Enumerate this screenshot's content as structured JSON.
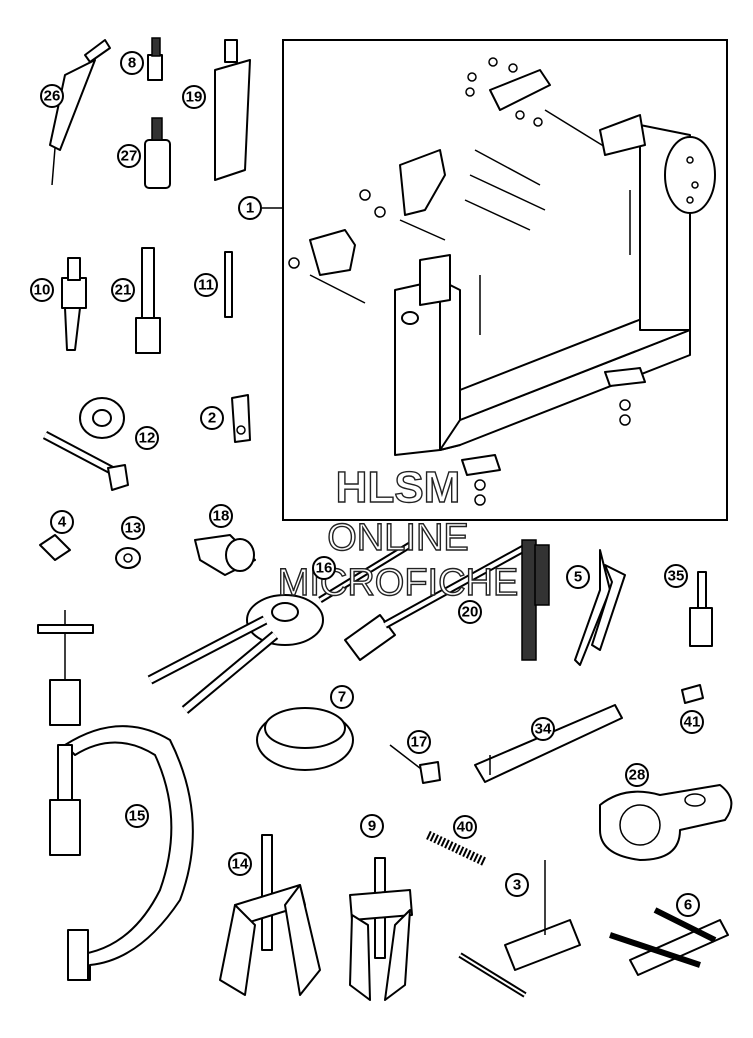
{
  "watermark": {
    "line1": "HLSM",
    "line2": "ONLINE",
    "line3": "MICROFICHE"
  },
  "callouts": [
    "1",
    "2",
    "3",
    "4",
    "5",
    "6",
    "7",
    "8",
    "9",
    "10",
    "11",
    "12",
    "13",
    "14",
    "15",
    "16",
    "17",
    "18",
    "19",
    "20",
    "21",
    "26",
    "27",
    "28",
    "34",
    "35",
    "40",
    "41"
  ]
}
